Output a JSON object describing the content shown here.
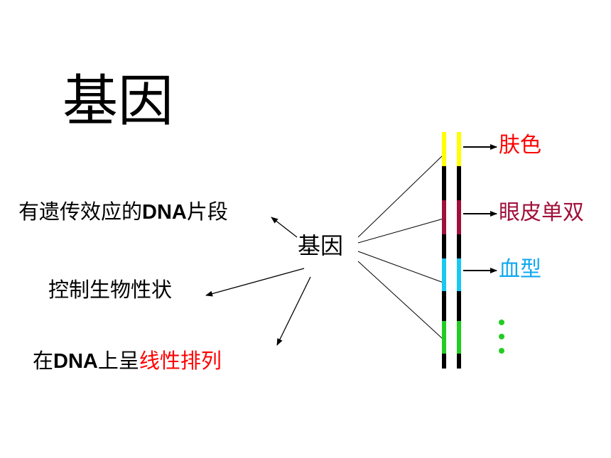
{
  "title": "基因",
  "center_label": "基因",
  "descriptions": [
    {
      "prefix": "有遗传效应的",
      "bold": "DNA",
      "suffix": "片段",
      "highlight": ""
    },
    {
      "prefix": "控制生物性状",
      "bold": "",
      "suffix": "",
      "highlight": ""
    },
    {
      "prefix": "在",
      "bold": "DNA",
      "suffix": "上呈",
      "highlight": "线性排列"
    }
  ],
  "genes": [
    {
      "label": "肤色",
      "color": "#ff0000",
      "band_color": "#ffff00"
    },
    {
      "label": "眼皮单双",
      "color": "#a0103a",
      "band_color": "#a0103a"
    },
    {
      "label": "血型",
      "color": "#10a8f0",
      "band_color": "#19c8f0"
    },
    {
      "label": "",
      "color": "#22cc22",
      "band_color": "#22cc22"
    }
  ],
  "colors": {
    "strand": "#000000",
    "ellipsis_dots": "#22cc22",
    "highlight": "#ff0000"
  }
}
